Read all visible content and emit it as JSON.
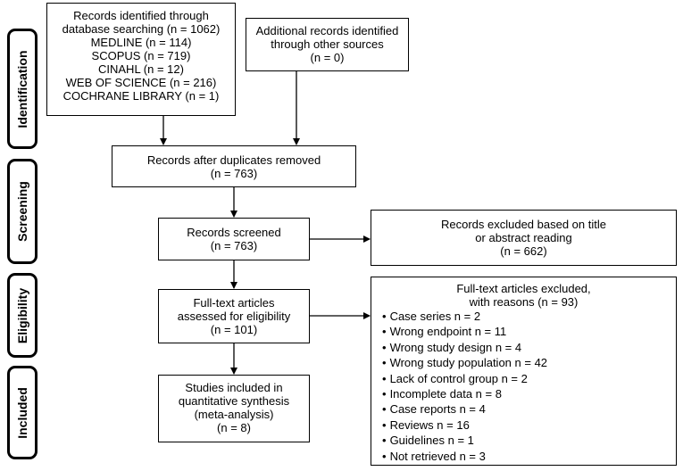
{
  "stages": {
    "identification": "Identification",
    "screening": "Screening",
    "eligibility": "Eligibility",
    "included": "Included"
  },
  "identified": {
    "lines": [
      "Records identified through",
      "database searching (n = 1062)",
      "MEDLINE (n = 114)",
      "SCOPUS (n = 719)",
      "CINAHL (n = 12)",
      "WEB OF SCIENCE (n = 216)",
      "COCHRANE LIBRARY (n = 1)"
    ]
  },
  "additional": {
    "lines": [
      "Additional records identified",
      "through other sources",
      "(n = 0)"
    ]
  },
  "duplicates_removed": {
    "lines": [
      "Records after duplicates removed",
      "(n = 763)"
    ]
  },
  "screened": {
    "lines": [
      "Records screened",
      "(n = 763)"
    ]
  },
  "excluded_title": {
    "lines": [
      "Records excluded based on title",
      "or abstract reading",
      "(n =  662)"
    ]
  },
  "fulltext": {
    "lines": [
      "Full-text articles",
      "assessed for eligibility",
      "(n = 101)"
    ]
  },
  "fulltext_excluded": {
    "header": [
      "Full-text articles excluded,",
      "with reasons (n = 93)"
    ],
    "reasons": [
      "Case series n = 2",
      "Wrong endpoint n = 11",
      "Wrong study design n = 4",
      "Wrong study population n = 42",
      "Lack of control group n = 2",
      "Incomplete data n = 8",
      "Case reports n = 4",
      "Reviews n = 16",
      "Guidelines n = 1",
      "Not retrieved n = 3"
    ]
  },
  "included": {
    "lines": [
      "Studies included in",
      "quantitative synthesis",
      "(meta-analysis)",
      "(n = 8)"
    ]
  }
}
